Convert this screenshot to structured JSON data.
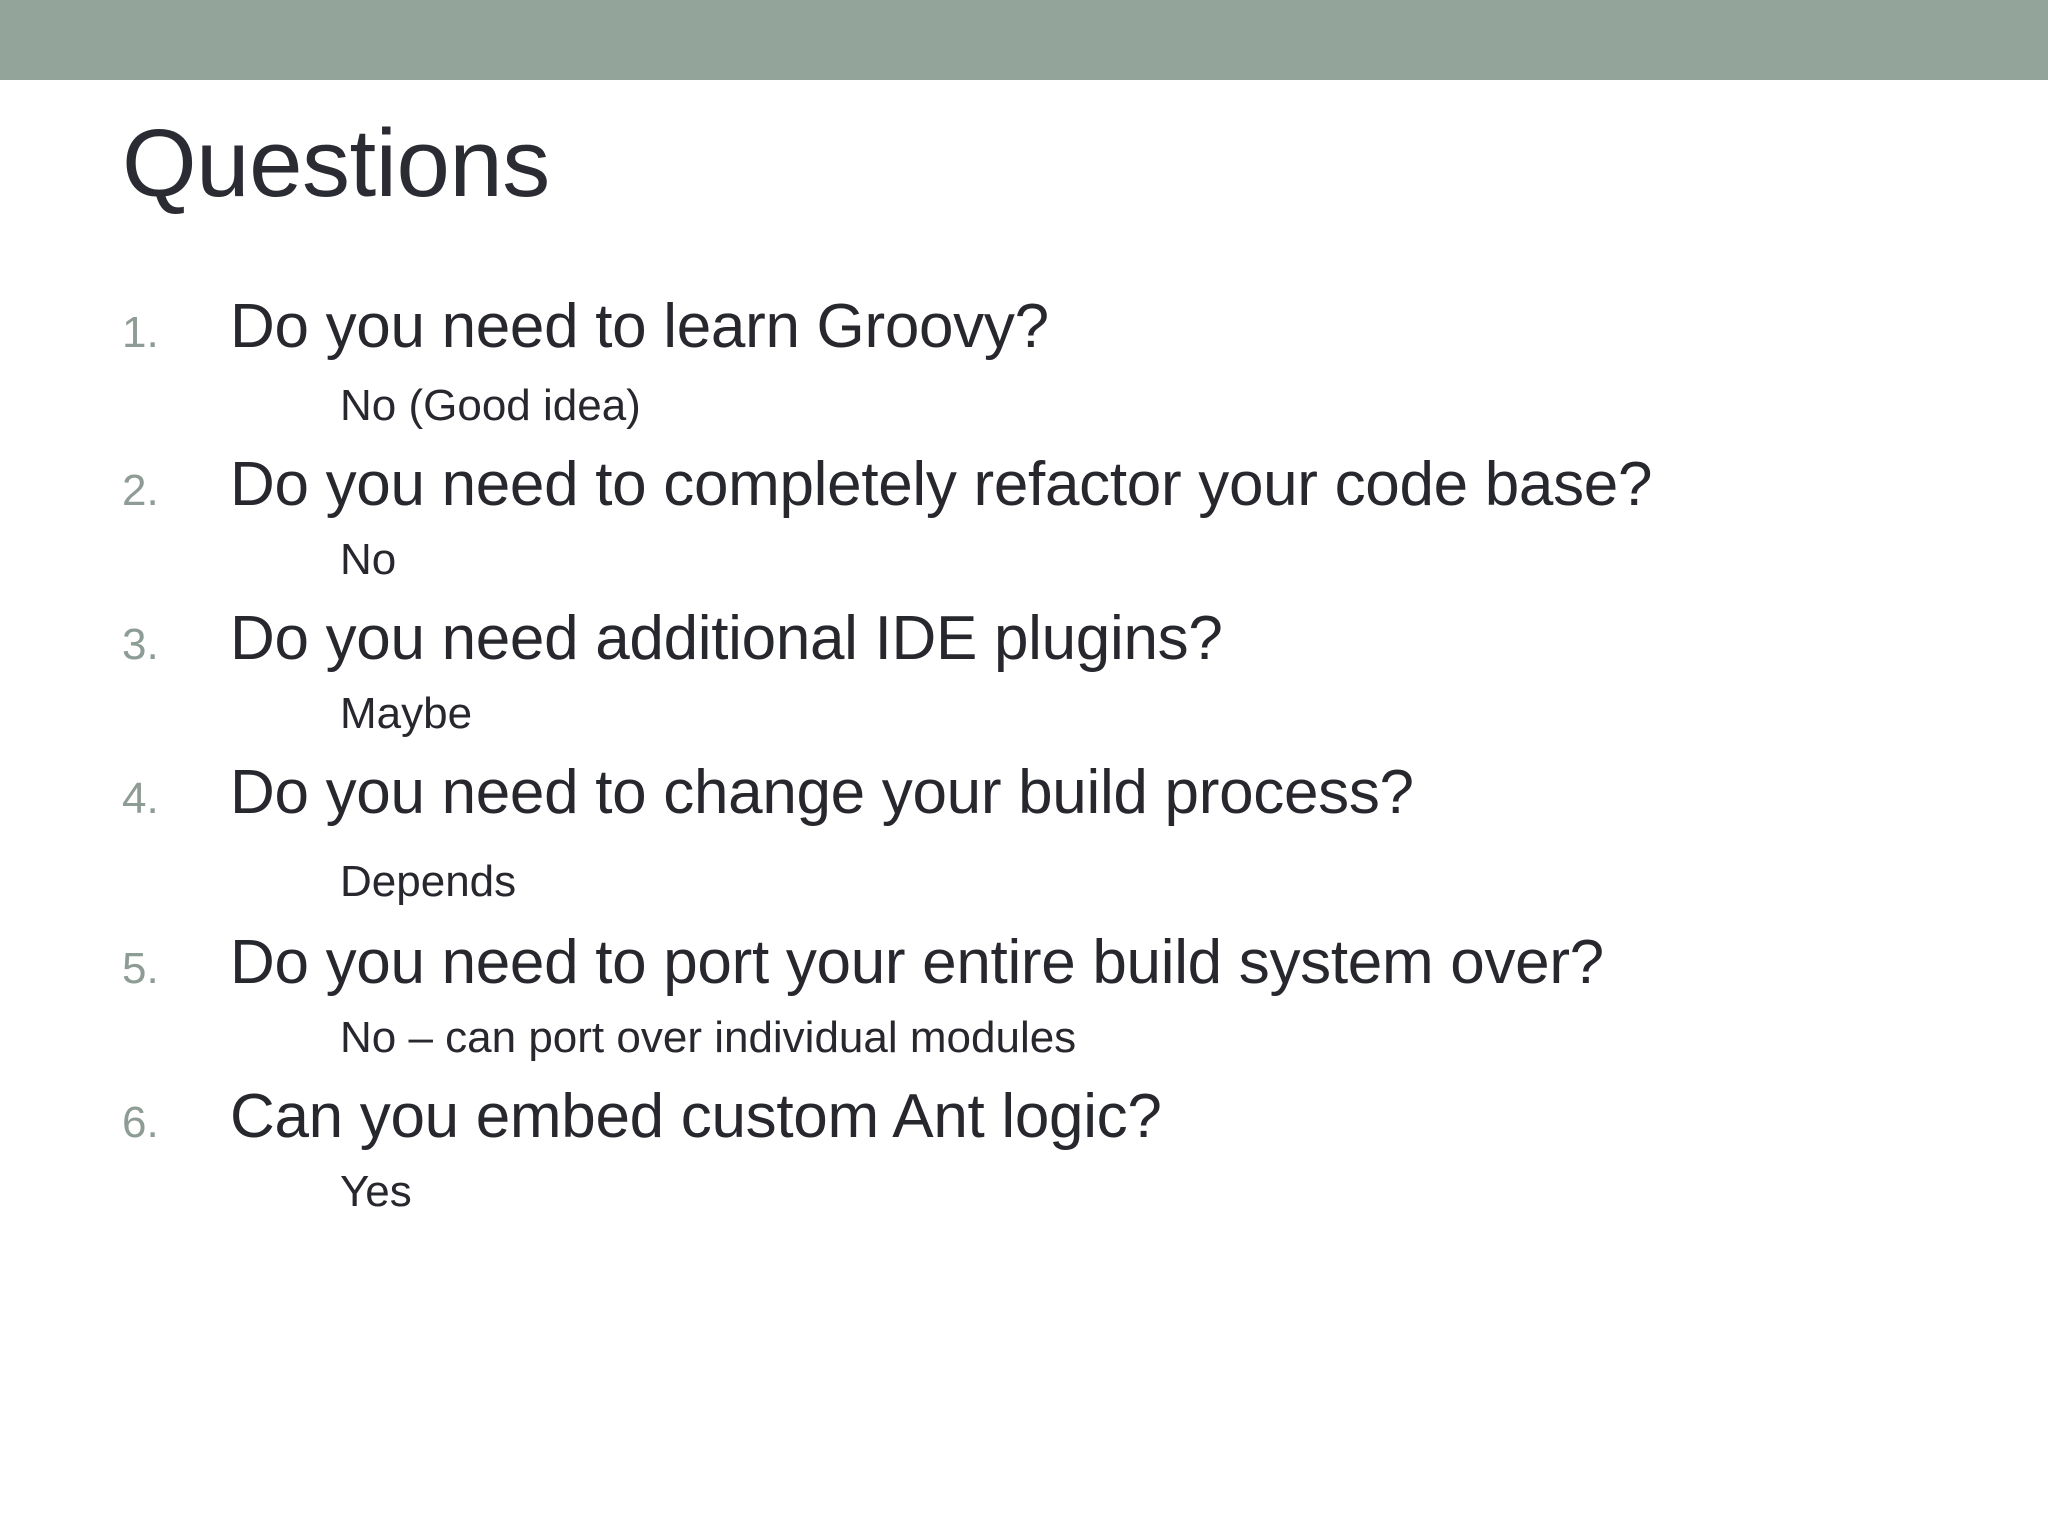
{
  "slide": {
    "title": "Questions",
    "accent_color": "#93a49b",
    "text_color": "#27272e",
    "number_color": "#8d9c94",
    "background_color": "#ffffff"
  },
  "items": [
    {
      "number": "1.",
      "question": "Do you need to learn Groovy?",
      "answer": "No (Good idea)"
    },
    {
      "number": "2.",
      "question": "Do you need to completely refactor your code base?",
      "answer": "No"
    },
    {
      "number": "3.",
      "question": "Do you need additional IDE plugins?",
      "answer": "Maybe"
    },
    {
      "number": "4.",
      "question": "Do you need to change your build process?",
      "answer": "Depends"
    },
    {
      "number": "5.",
      "question": "Do you need to port your entire build system over?",
      "answer": "No – can port over individual modules"
    },
    {
      "number": "6.",
      "question": "Can you embed custom Ant logic?",
      "answer": "Yes"
    }
  ]
}
